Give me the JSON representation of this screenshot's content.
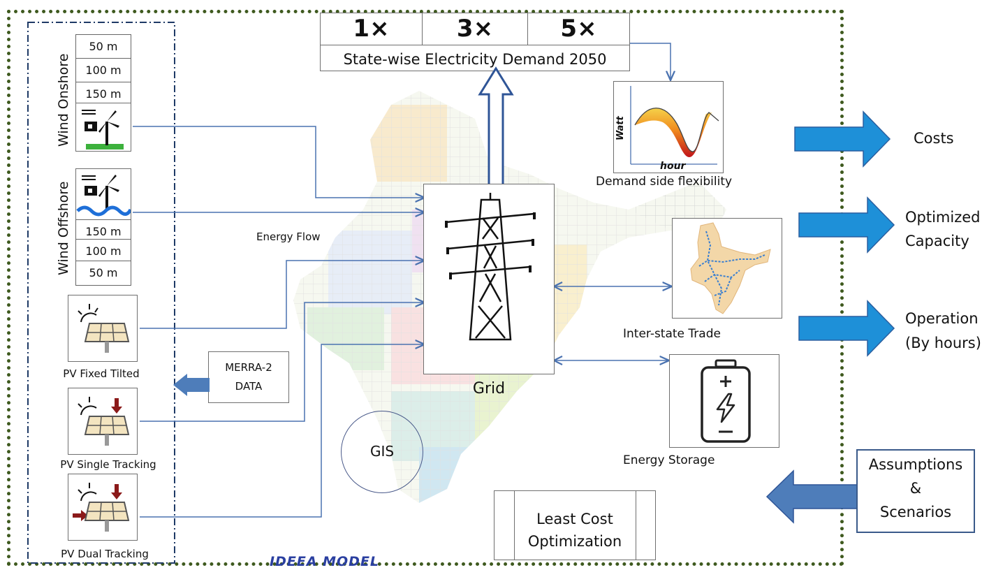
{
  "demand": {
    "multipliers": [
      "1×",
      "3×",
      "5×"
    ],
    "title": "State-wise Electricity Demand 2050"
  },
  "wind_onshore": {
    "label": "Wind Onshore",
    "heights": [
      "50 m",
      "100 m",
      "150 m"
    ]
  },
  "wind_offshore": {
    "label": "Wind Offshore",
    "heights": [
      "150 m",
      "100 m",
      "50 m"
    ]
  },
  "pv": {
    "fixed": "PV Fixed Tilted",
    "single": "PV Single Tracking",
    "dual": "PV Dual Tracking"
  },
  "merra": {
    "line1": "MERRA-2",
    "line2": "DATA"
  },
  "energy_flow": "Energy Flow",
  "grid": "Grid",
  "gis": "GIS",
  "least_cost": {
    "line1": "Least Cost",
    "line2": "Optimization"
  },
  "demand_flex": {
    "caption": "Demand side flexibility",
    "ylabel": "Watt",
    "xlabel": "hour"
  },
  "trade": "Inter-state Trade",
  "storage": "Energy Storage",
  "outputs": {
    "costs": "Costs",
    "capacity_line1": "Optimized",
    "capacity_line2": "Capacity",
    "operation_line1": "Operation",
    "operation_line2": "(By hours)"
  },
  "assumptions": {
    "line1": "Assumptions",
    "line2": "&",
    "line3": "Scenarios"
  },
  "model_name": "IDEEA MODEL",
  "colors": {
    "frame": "#3f5a1f",
    "left_panel": "#1f3a66",
    "arrow_blue": "#1e90d8",
    "arrow_steel": "#4e7dba",
    "connector": "#4a72b0",
    "model_name": "#2a3fa0"
  }
}
